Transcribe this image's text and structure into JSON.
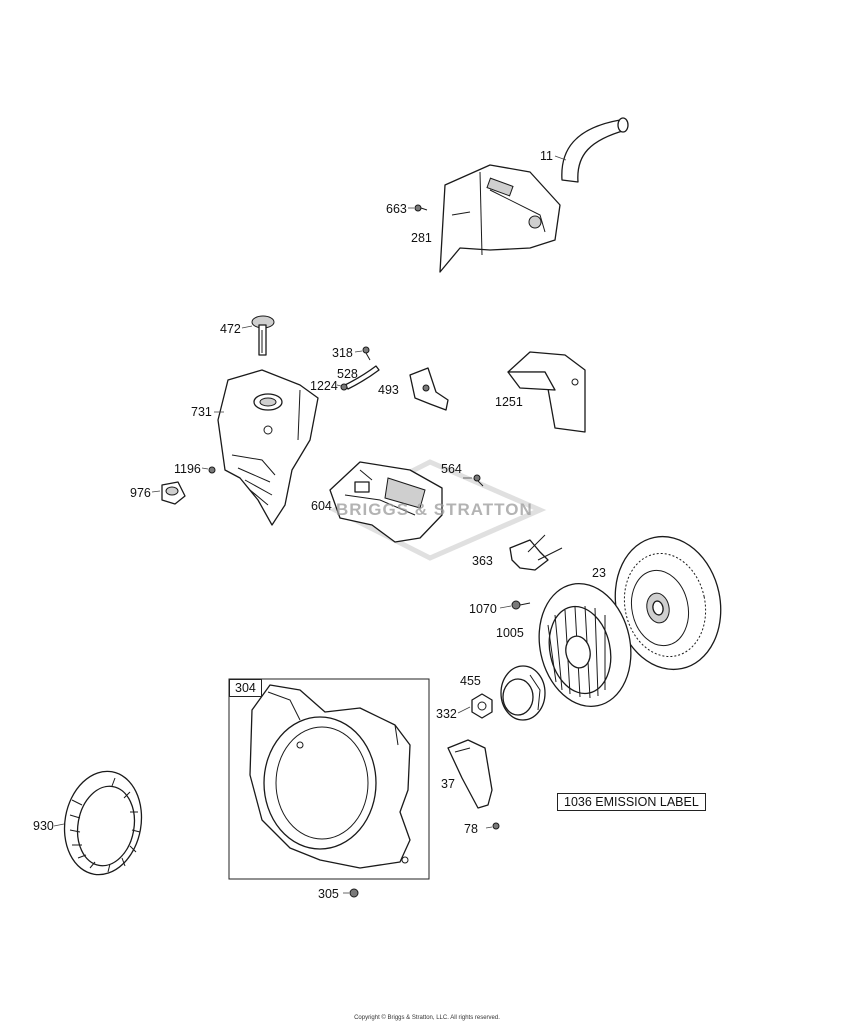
{
  "parts": [
    {
      "id": "11",
      "label": "11"
    },
    {
      "id": "663",
      "label": "663"
    },
    {
      "id": "281",
      "label": "281"
    },
    {
      "id": "472",
      "label": "472"
    },
    {
      "id": "318",
      "label": "318"
    },
    {
      "id": "528",
      "label": "528"
    },
    {
      "id": "1224",
      "label": "1224"
    },
    {
      "id": "493",
      "label": "493"
    },
    {
      "id": "1251",
      "label": "1251"
    },
    {
      "id": "731",
      "label": "731"
    },
    {
      "id": "1196",
      "label": "1196"
    },
    {
      "id": "976",
      "label": "976"
    },
    {
      "id": "564",
      "label": "564"
    },
    {
      "id": "604",
      "label": "604"
    },
    {
      "id": "363",
      "label": "363"
    },
    {
      "id": "23",
      "label": "23"
    },
    {
      "id": "1070",
      "label": "1070"
    },
    {
      "id": "1005",
      "label": "1005"
    },
    {
      "id": "455",
      "label": "455"
    },
    {
      "id": "332",
      "label": "332"
    },
    {
      "id": "304",
      "label": "304"
    },
    {
      "id": "37",
      "label": "37"
    },
    {
      "id": "78",
      "label": "78"
    },
    {
      "id": "930",
      "label": "930"
    },
    {
      "id": "305",
      "label": "305"
    }
  ],
  "emission_label": "1036 EMISSION LABEL",
  "watermark": "BRIGGS & STRATTON",
  "copyright": "Copyright © Briggs & Stratton, LLC. All rights reserved.",
  "colors": {
    "line": "#1a1a1a",
    "shade": "#cfcfcf",
    "background": "#ffffff"
  }
}
